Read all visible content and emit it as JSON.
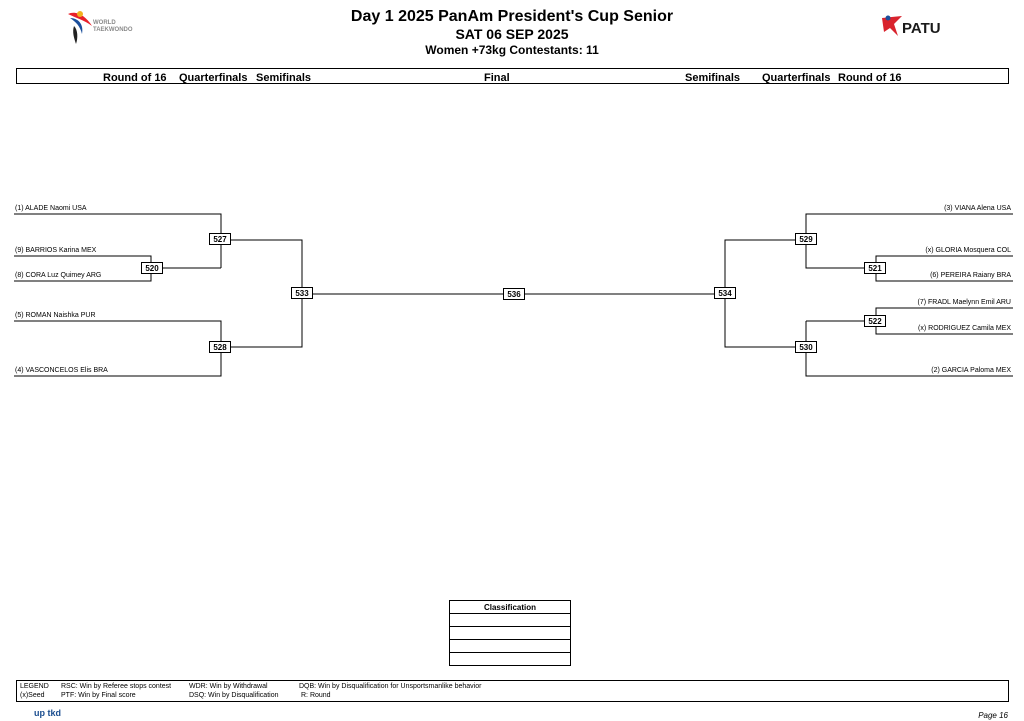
{
  "header": {
    "title": "Day 1 2025 PanAm President's Cup Senior",
    "date": "SAT 06 SEP 2025",
    "category": "Women +73kg  Contestants: 11",
    "logo_left_text": "WORLD TAEKWONDO",
    "logo_right_text": "PATU"
  },
  "rounds": {
    "left": [
      "Round of 16",
      "Quarterfinals",
      "Semifinals"
    ],
    "center": "Final",
    "right": [
      "Semifinals",
      "Quarterfinals",
      "Round of 16"
    ]
  },
  "players_left": [
    "(1) ALADE Naomi USA",
    "(9) BARRIOS Karina MEX",
    "(8) CORA Luz Quimey ARG",
    "(5) ROMAN Naishka PUR",
    "(4) VASCONCELOS Elis BRA"
  ],
  "players_right": [
    "(3) VIANA Alena USA",
    "(x) GLORIA Mosquera COL",
    "(6) PEREIRA Raiany BRA",
    "(7) FRADL Maelynn Emil ARU",
    "(x) RODRIGUEZ Camila MEX",
    "(2) GARCIA Paloma MEX"
  ],
  "matches": {
    "m520": "520",
    "m527": "527",
    "m528": "528",
    "m533": "533",
    "m536": "536",
    "m534": "534",
    "m529": "529",
    "m530": "530",
    "m521": "521",
    "m522": "522"
  },
  "classification": {
    "title": "Classification",
    "rows": [
      "",
      "",
      "",
      ""
    ]
  },
  "legend": {
    "label": "LEGEND",
    "seed": "(x)Seed",
    "rsc": "RSC: Win by Referee stops contest",
    "ptf": "PTF: Win by Final score",
    "wdr": "WDR: Win by Withdrawal",
    "dsq": "DSQ: Win by Disqualification",
    "dqb": "DQB: Win by Disqualification for Unsportsmanlike behavior",
    "r": "R: Round"
  },
  "footer": {
    "logo": "up tkd",
    "page": "Page 16"
  },
  "colors": {
    "line": "#000000",
    "wt_red": "#e8202a",
    "wt_blue": "#1b4f9c",
    "patu_red": "#d9232d"
  }
}
